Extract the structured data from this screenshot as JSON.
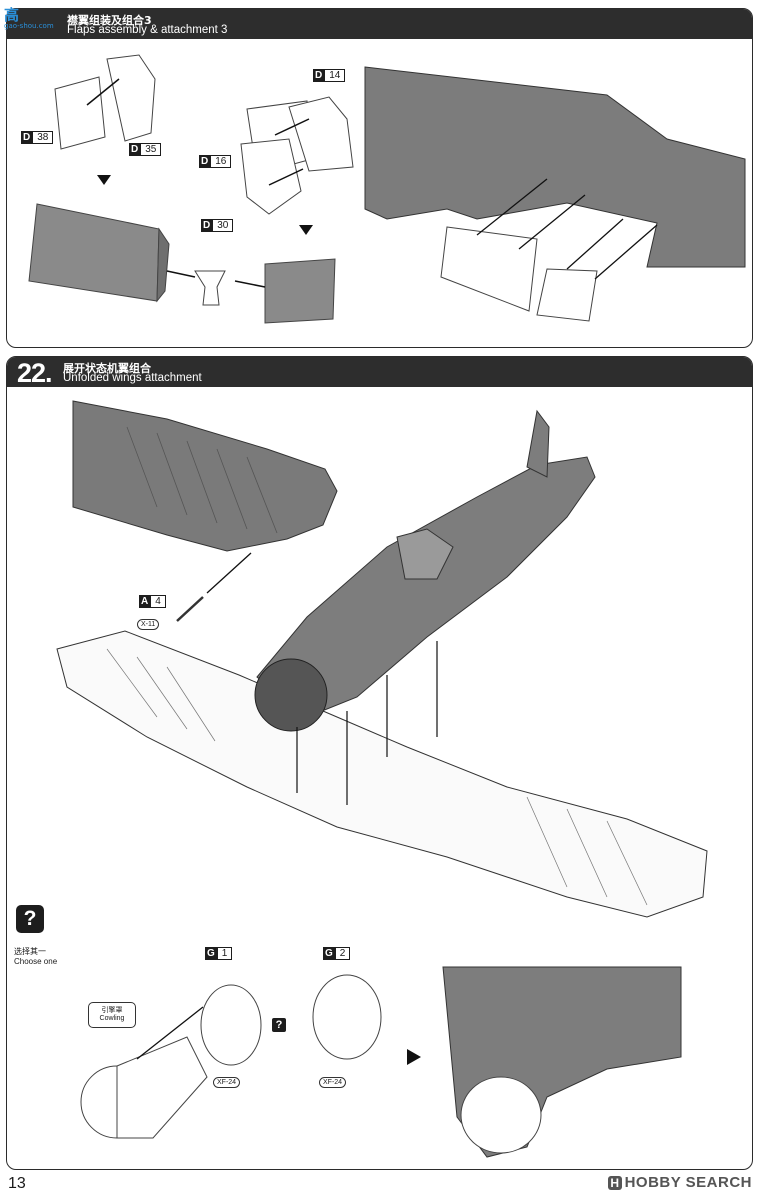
{
  "watermark": {
    "logo": "高",
    "sub": "gao-shou.com"
  },
  "step_top": {
    "title_cn": "襟翼组装及组合3",
    "title_en": "Flaps assembly & attachment 3"
  },
  "step_bottom": {
    "number": "22.",
    "title_cn": "展开状态机翼组合",
    "title_en": "Unfolded wings attachment"
  },
  "parts": {
    "d38": {
      "letter": "D",
      "num": "38"
    },
    "d35": {
      "letter": "D",
      "num": "35"
    },
    "d14": {
      "letter": "D",
      "num": "14"
    },
    "d16": {
      "letter": "D",
      "num": "16"
    },
    "d30": {
      "letter": "D",
      "num": "30"
    },
    "a4": {
      "letter": "A",
      "num": "4"
    },
    "g1": {
      "letter": "G",
      "num": "1"
    },
    "g2": {
      "letter": "G",
      "num": "2"
    }
  },
  "paints": {
    "a4": "X-11",
    "g1": "XF-24",
    "g2": "XF-24"
  },
  "choose": {
    "icon": "?",
    "cn": "选择其一",
    "en": "Choose one"
  },
  "cowling": {
    "cn": "引擎罩",
    "en": "Cowling"
  },
  "page_number": "13",
  "brand": {
    "mark": "H",
    "text": "HOBBY SEARCH"
  }
}
